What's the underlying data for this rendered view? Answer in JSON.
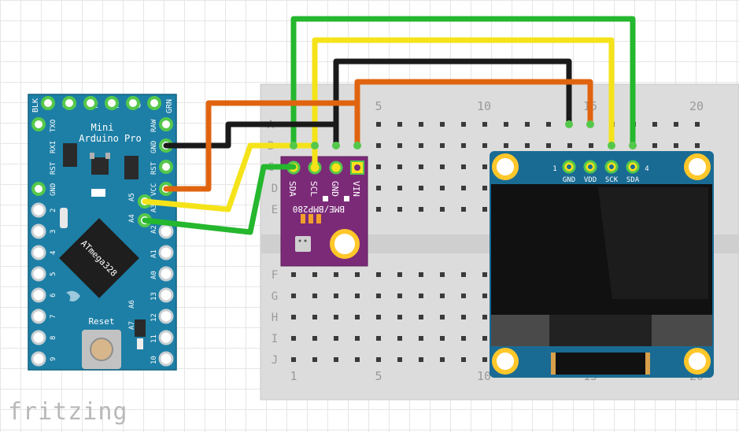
{
  "breadboard": {
    "top_numbers": [
      "5",
      "10",
      "15",
      "20"
    ],
    "bottom_numbers": [
      "1",
      "5",
      "10",
      "15",
      "20"
    ],
    "row_letters_top": [
      "A",
      "B",
      "C",
      "D",
      "E"
    ],
    "row_letters_bottom": [
      "F",
      "G",
      "H",
      "I",
      "J"
    ]
  },
  "arduino": {
    "title_line1": "Mini",
    "title_line2": "Arduino Pro",
    "top_pins": [
      "BLK",
      "GND",
      "VCC",
      "RXI",
      "TXO",
      "GRN"
    ],
    "left_labels": [
      "TXO",
      "RXI",
      "RST",
      "GND",
      "2",
      "3",
      "4",
      "5",
      "6",
      "7",
      "8",
      "9"
    ],
    "right_labels": [
      "RAW",
      "GND",
      "RST",
      "VCC",
      "A3",
      "A2",
      "A1",
      "A0",
      "13",
      "12",
      "11",
      "10"
    ],
    "inner_labels": [
      "A5",
      "A4",
      "A6",
      "A7"
    ],
    "chip_label": "ATmega328",
    "reset_label": "Reset"
  },
  "sensor": {
    "pins": [
      "SDA",
      "SCL",
      "GND",
      "VIN"
    ],
    "name": "BME/BMP280"
  },
  "oled": {
    "pins": [
      "GND",
      "VDD",
      "SCK",
      "SDA"
    ],
    "pin_first": "1",
    "pin_last": "4"
  },
  "wires": {
    "green": "#25b72e",
    "yellow": "#f5e31a",
    "black": "#1a1a1a",
    "orange": "#e0640f"
  },
  "watermark": "fritzing"
}
